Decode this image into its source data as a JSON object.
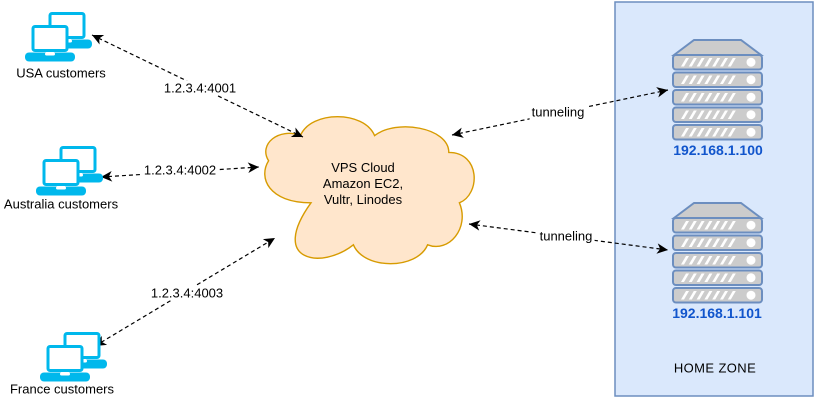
{
  "diagram": {
    "customers": [
      {
        "icon": "laptop-pair-icon",
        "label": "USA customers",
        "port_label": "1.2.3.4:4001"
      },
      {
        "icon": "laptop-pair-icon",
        "label": "Australia customers",
        "port_label": "1.2.3.4:4002"
      },
      {
        "icon": "laptop-pair-icon",
        "label": "France customers",
        "port_label": "1.2.3.4:4003"
      }
    ],
    "cloud": {
      "icon": "cloud-shape",
      "line1": "VPS Cloud",
      "line2": "Amazon EC2,",
      "line3": "Vultr, Linodes"
    },
    "tunnels": [
      {
        "label": "tunneling"
      },
      {
        "label": "tunneling"
      }
    ],
    "home_zone": {
      "title": "HOME ZONE",
      "servers": [
        {
          "icon": "server-rack-icon",
          "ip": "192.168.1.100"
        },
        {
          "icon": "server-rack-icon",
          "ip": "192.168.1.101"
        }
      ]
    },
    "colors": {
      "laptop": "#00B8EC",
      "cloud_fill": "#FFE6CC",
      "cloud_stroke": "#D79B00",
      "zone_fill": "#DAE8FC",
      "zone_stroke": "#6C8EBF",
      "server_fill": "#CCCCCC",
      "server_stroke": "#6C8EBF",
      "ip_text": "#1155CC",
      "edge": "#000000"
    }
  }
}
